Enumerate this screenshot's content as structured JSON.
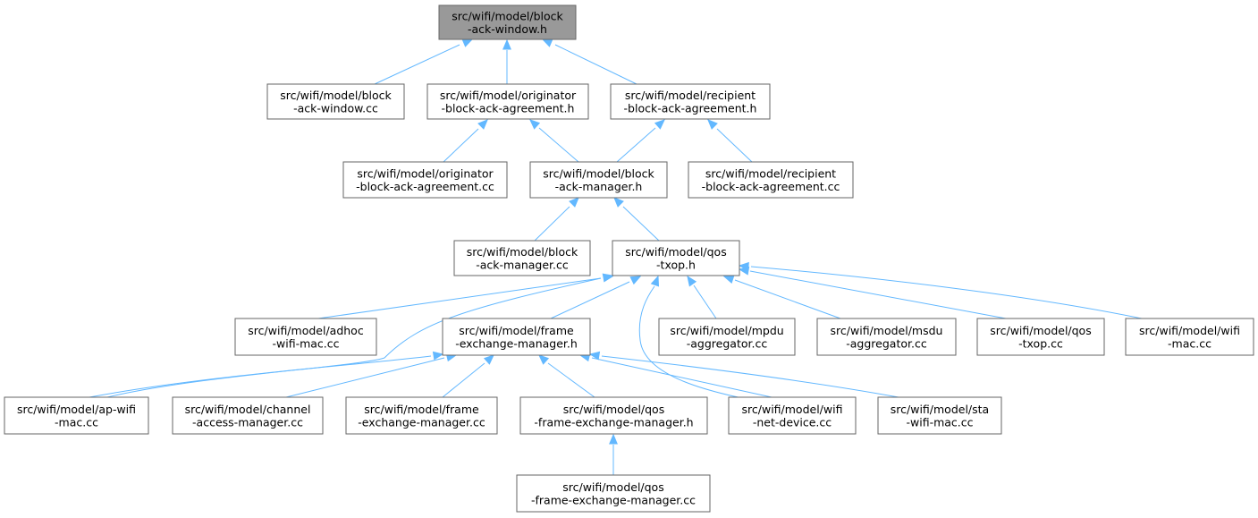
{
  "diagram": {
    "root": "block_ack_window_h",
    "colors": {
      "edge": "#63b8ff",
      "node_border": "#666666",
      "root_fill": "#999999",
      "node_fill": "#ffffff"
    },
    "nodes": [
      {
        "id": "block_ack_window_h",
        "lines": [
          "src/wifi/model/block",
          "-ack-window.h"
        ]
      },
      {
        "id": "block_ack_window_cc",
        "lines": [
          "src/wifi/model/block",
          "-ack-window.cc"
        ]
      },
      {
        "id": "originator_h",
        "lines": [
          "src/wifi/model/originator",
          "-block-ack-agreement.h"
        ]
      },
      {
        "id": "recipient_h",
        "lines": [
          "src/wifi/model/recipient",
          "-block-ack-agreement.h"
        ]
      },
      {
        "id": "originator_cc",
        "lines": [
          "src/wifi/model/originator",
          "-block-ack-agreement.cc"
        ]
      },
      {
        "id": "block_ack_manager_h",
        "lines": [
          "src/wifi/model/block",
          "-ack-manager.h"
        ]
      },
      {
        "id": "recipient_cc",
        "lines": [
          "src/wifi/model/recipient",
          "-block-ack-agreement.cc"
        ]
      },
      {
        "id": "block_ack_manager_cc",
        "lines": [
          "src/wifi/model/block",
          "-ack-manager.cc"
        ]
      },
      {
        "id": "qos_txop_h",
        "lines": [
          "src/wifi/model/qos",
          "-txop.h"
        ]
      },
      {
        "id": "adhoc_wifi_mac_cc",
        "lines": [
          "src/wifi/model/adhoc",
          "-wifi-mac.cc"
        ]
      },
      {
        "id": "frame_exchange_manager_h",
        "lines": [
          "src/wifi/model/frame",
          "-exchange-manager.h"
        ]
      },
      {
        "id": "mpdu_aggregator_cc",
        "lines": [
          "src/wifi/model/mpdu",
          "-aggregator.cc"
        ]
      },
      {
        "id": "msdu_aggregator_cc",
        "lines": [
          "src/wifi/model/msdu",
          "-aggregator.cc"
        ]
      },
      {
        "id": "qos_txop_cc",
        "lines": [
          "src/wifi/model/qos",
          "-txop.cc"
        ]
      },
      {
        "id": "wifi_mac_cc",
        "lines": [
          "src/wifi/model/wifi",
          "-mac.cc"
        ]
      },
      {
        "id": "ap_wifi_mac_cc",
        "lines": [
          "src/wifi/model/ap-wifi",
          "-mac.cc"
        ]
      },
      {
        "id": "channel_access_manager_cc",
        "lines": [
          "src/wifi/model/channel",
          "-access-manager.cc"
        ]
      },
      {
        "id": "frame_exchange_manager_cc",
        "lines": [
          "src/wifi/model/frame",
          "-exchange-manager.cc"
        ]
      },
      {
        "id": "qos_frame_exchange_manager_h",
        "lines": [
          "src/wifi/model/qos",
          "-frame-exchange-manager.h"
        ]
      },
      {
        "id": "wifi_net_device_cc",
        "lines": [
          "src/wifi/model/wifi",
          "-net-device.cc"
        ]
      },
      {
        "id": "sta_wifi_mac_cc",
        "lines": [
          "src/wifi/model/sta",
          "-wifi-mac.cc"
        ]
      },
      {
        "id": "qos_frame_exchange_manager_cc",
        "lines": [
          "src/wifi/model/qos",
          "-frame-exchange-manager.cc"
        ]
      }
    ],
    "edges": [
      {
        "from": "block_ack_window_cc",
        "to": "block_ack_window_h"
      },
      {
        "from": "originator_h",
        "to": "block_ack_window_h"
      },
      {
        "from": "recipient_h",
        "to": "block_ack_window_h"
      },
      {
        "from": "originator_cc",
        "to": "originator_h"
      },
      {
        "from": "block_ack_manager_h",
        "to": "originator_h"
      },
      {
        "from": "block_ack_manager_h",
        "to": "recipient_h"
      },
      {
        "from": "recipient_cc",
        "to": "recipient_h"
      },
      {
        "from": "block_ack_manager_cc",
        "to": "block_ack_manager_h"
      },
      {
        "from": "qos_txop_h",
        "to": "block_ack_manager_h"
      },
      {
        "from": "adhoc_wifi_mac_cc",
        "to": "qos_txop_h"
      },
      {
        "from": "ap_wifi_mac_cc",
        "to": "qos_txop_h"
      },
      {
        "from": "frame_exchange_manager_h",
        "to": "qos_txop_h"
      },
      {
        "from": "wifi_net_device_cc",
        "to": "qos_txop_h"
      },
      {
        "from": "mpdu_aggregator_cc",
        "to": "qos_txop_h"
      },
      {
        "from": "msdu_aggregator_cc",
        "to": "qos_txop_h"
      },
      {
        "from": "qos_txop_cc",
        "to": "qos_txop_h"
      },
      {
        "from": "wifi_mac_cc",
        "to": "qos_txop_h"
      },
      {
        "from": "ap_wifi_mac_cc",
        "to": "frame_exchange_manager_h"
      },
      {
        "from": "channel_access_manager_cc",
        "to": "frame_exchange_manager_h"
      },
      {
        "from": "frame_exchange_manager_cc",
        "to": "frame_exchange_manager_h"
      },
      {
        "from": "qos_frame_exchange_manager_h",
        "to": "frame_exchange_manager_h"
      },
      {
        "from": "wifi_net_device_cc",
        "to": "frame_exchange_manager_h"
      },
      {
        "from": "sta_wifi_mac_cc",
        "to": "frame_exchange_manager_h"
      },
      {
        "from": "qos_frame_exchange_manager_cc",
        "to": "qos_frame_exchange_manager_h"
      }
    ]
  }
}
